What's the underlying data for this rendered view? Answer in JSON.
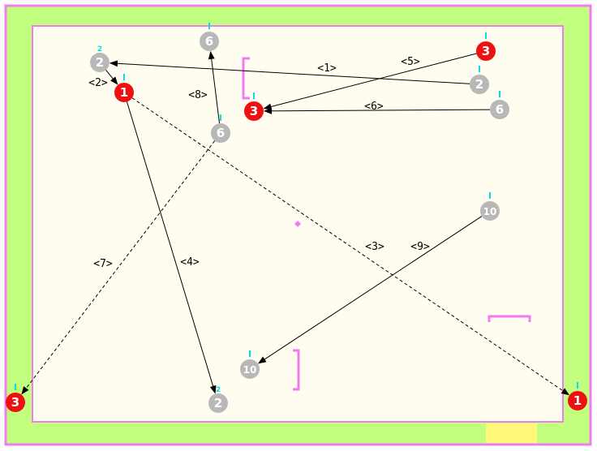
{
  "colors": {
    "field_border": "#f07cf0",
    "field_outer": "#c2ff7e",
    "field_inner": "#fffdf0",
    "goal_box": "#fff87a",
    "marker_red": "#ee1111",
    "marker_gray": "#b8b8b8",
    "tick": "#00e0e8",
    "line": "#000000"
  },
  "markers": [
    {
      "id": "m-red-1-top",
      "label": "1",
      "kind": "red"
    },
    {
      "id": "m-red-1-right",
      "label": "1",
      "kind": "red"
    },
    {
      "id": "m-red-3-top",
      "label": "3",
      "kind": "red"
    },
    {
      "id": "m-red-3-mid",
      "label": "3",
      "kind": "red"
    },
    {
      "id": "m-red-3-left",
      "label": "3",
      "kind": "red"
    },
    {
      "id": "m-gray-2-topleft",
      "label": "2",
      "kind": "gray",
      "sup": "2"
    },
    {
      "id": "m-gray-2-right",
      "label": "2",
      "kind": "gray"
    },
    {
      "id": "m-gray-2-bottom",
      "label": "2",
      "kind": "gray",
      "sup": "2"
    },
    {
      "id": "m-gray-6-top",
      "label": "6",
      "kind": "gray"
    },
    {
      "id": "m-gray-6-mid",
      "label": "6",
      "kind": "gray"
    },
    {
      "id": "m-gray-6-right",
      "label": "6",
      "kind": "gray"
    },
    {
      "id": "m-gray-10-right",
      "label": "10",
      "kind": "gray"
    },
    {
      "id": "m-gray-10-bottom",
      "label": "10",
      "kind": "gray"
    }
  ],
  "arrows": [
    {
      "label": "<1>",
      "from": "m-gray-2-right",
      "to": "m-gray-2-topleft",
      "style": "solid"
    },
    {
      "label": "<2>",
      "from": "m-gray-2-topleft",
      "to": "m-red-1-top",
      "style": "solid"
    },
    {
      "label": "<3>",
      "from": "m-red-1-top",
      "to": "m-red-1-right",
      "style": "dashed"
    },
    {
      "label": "<4>",
      "from": "m-red-1-top",
      "to": "m-gray-2-bottom",
      "style": "solid"
    },
    {
      "label": "<5>",
      "from": "m-red-3-top",
      "to": "m-red-3-mid",
      "style": "solid"
    },
    {
      "label": "<6>",
      "from": "m-gray-6-right",
      "to": "m-red-3-mid",
      "style": "solid"
    },
    {
      "label": "<7>",
      "from": "m-gray-6-mid",
      "to": "m-red-3-left",
      "style": "dashed"
    },
    {
      "label": "<8>",
      "from": "m-gray-6-mid",
      "to": "m-gray-6-top",
      "style": "solid"
    },
    {
      "label": "<9>",
      "from": "m-gray-10-right",
      "to": "m-gray-10-bottom",
      "style": "solid"
    }
  ]
}
